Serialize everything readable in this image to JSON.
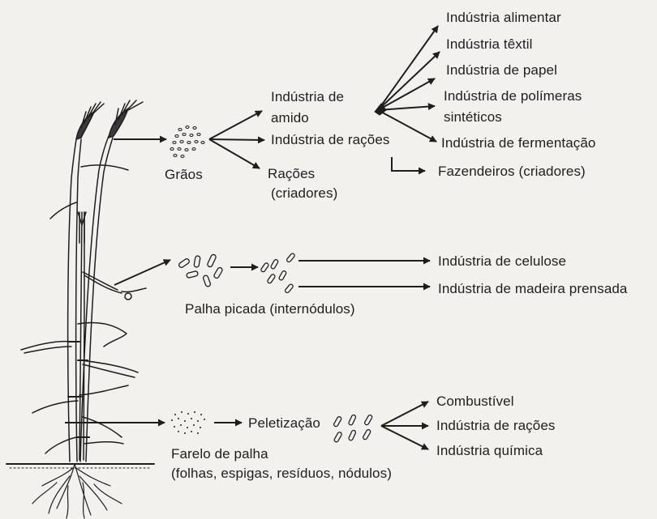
{
  "grains_section": {
    "source_label": "Grãos",
    "outputs": {
      "starch_line1": "Indústria de",
      "starch_line2": "amido",
      "feed_industry": "Indústria de rações",
      "feed_line1": "Rações",
      "feed_line2": "(criadores)"
    },
    "starch_uses": [
      "Indústria alimentar",
      "Indústria têxtil",
      "Indústria de papel",
      "Indústria de polímeras",
      "sintéticos",
      "Indústria de fermentação"
    ],
    "feed_industry_use": "Fazendeiros (criadores)"
  },
  "straw_section": {
    "source_label": "Palha picada (internódulos)",
    "uses": [
      "Indústria de celulose",
      "Indústria de madeira prensada"
    ]
  },
  "bran_section": {
    "source_line1": "Farelo de palha",
    "source_line2": "(folhas, espigas, resíduos, nódulos)",
    "process_label": "Peletização",
    "uses": [
      "Combustível",
      "Indústria de rações",
      "Indústria química"
    ]
  }
}
